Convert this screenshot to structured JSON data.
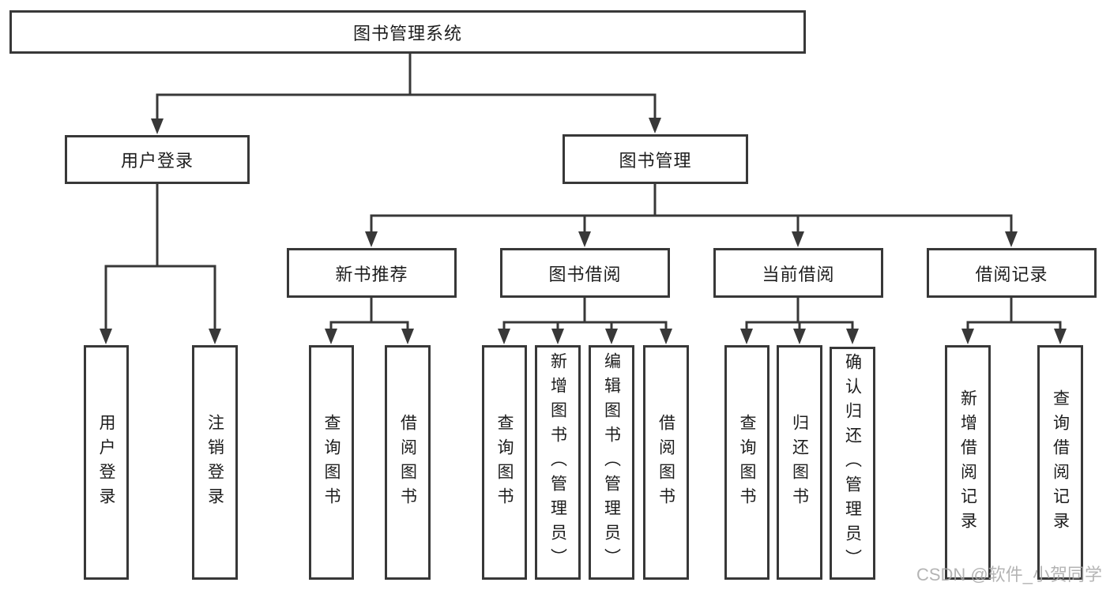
{
  "diagram": {
    "type": "hierarchy-tree",
    "colors": {
      "line": "#383838",
      "box_border": "#383838",
      "box_fill": "#ffffff",
      "text": "#1d1d1d",
      "watermark": "#a8a8a8"
    },
    "tree": {
      "label": "图书管理系统",
      "children": [
        {
          "label": "用户登录",
          "children": [
            {
              "label": "用户登录"
            },
            {
              "label": "注销登录"
            }
          ]
        },
        {
          "label": "图书管理",
          "children": [
            {
              "label": "新书推荐",
              "children": [
                {
                  "label": "查询图书"
                },
                {
                  "label": "借阅图书"
                }
              ]
            },
            {
              "label": "图书借阅",
              "children": [
                {
                  "label": "查询图书"
                },
                {
                  "label": "新增图书（管理员）"
                },
                {
                  "label": "编辑图书（管理员）"
                },
                {
                  "label": "借阅图书"
                }
              ]
            },
            {
              "label": "当前借阅",
              "children": [
                {
                  "label": "查询图书"
                },
                {
                  "label": "归还图书"
                },
                {
                  "label": "确认归还（管理员）"
                }
              ]
            },
            {
              "label": "借阅记录",
              "children": [
                {
                  "label": "新增借阅记录"
                },
                {
                  "label": "查询借阅记录"
                }
              ]
            }
          ]
        }
      ]
    },
    "watermark": {
      "text": "CSDN @软件_小贺同学"
    }
  }
}
